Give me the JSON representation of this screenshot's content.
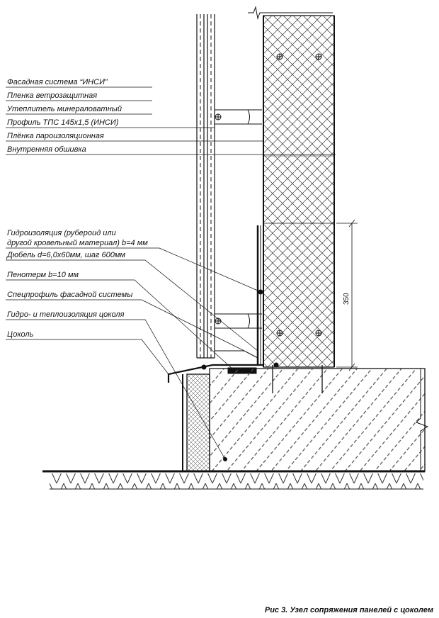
{
  "labels": {
    "facade_system": "Фасадная система “ИНСИ”",
    "wind_film": "Пленка ветрозащитная",
    "insulation": "Утеплитель минераловатный",
    "profile": "Профиль ТПС 145х1,5 (ИНСИ)",
    "vapor_film": "Плёнка пароизоляционная",
    "inner_lining": "Внутренняя обшивка",
    "waterproofing_line1": "Гидроизоляция (рубероид или",
    "waterproofing_line2": "другой кровельный материал) b=4 мм",
    "dowel": "Дюбель d=6,0х60мм, шаг 600мм",
    "penoterm": "Пенотерм b=10 мм",
    "special_profile": "Спецпрофиль фасадной системы",
    "plinth_insulation": "Гидро- и теплоизоляция цоколя",
    "plinth": "Цоколь"
  },
  "dimension": {
    "value": "350"
  },
  "caption": "Рис 3. Узел сопряжения панелей с цоколем",
  "colors": {
    "line": "#111111",
    "hatch": "#444444",
    "background": "#ffffff"
  }
}
